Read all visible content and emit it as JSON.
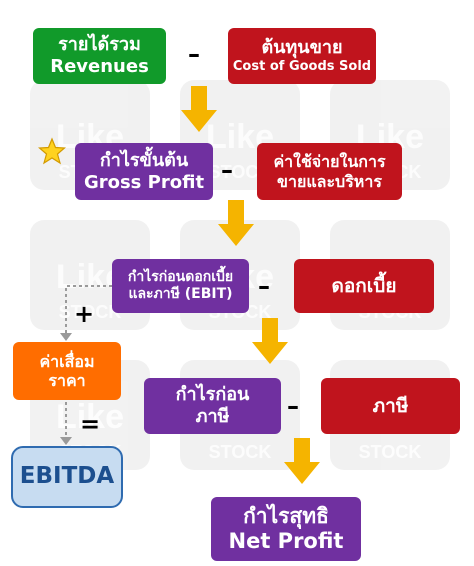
{
  "watermark": {
    "text_top": "Like",
    "text_bottom": "STOCK"
  },
  "revenues": {
    "line1": "รายได้รวม",
    "line2": "Revenues"
  },
  "cogs": {
    "line1": "ต้นทุนขาย",
    "line2": "Cost of Goods Sold"
  },
  "gross_profit": {
    "line1": "กำไรขั้นต้น",
    "line2": "Gross Profit"
  },
  "sga": {
    "line1": "ค่าใช้จ่ายในการ",
    "line2": "ขายและบริหาร"
  },
  "ebit": {
    "line1": "กำไรก่อนดอกเบี้ย",
    "line2": "และภาษี (EBIT)"
  },
  "interest": {
    "label": "ดอกเบี้ย"
  },
  "depreciation": {
    "line1": "ค่าเสื่อม",
    "line2": "ราคา"
  },
  "ebt": {
    "line1": "กำไรก่อน",
    "line2": "ภาษี"
  },
  "tax": {
    "label": "ภาษี"
  },
  "ebitda": {
    "label": "EBITDA"
  },
  "net_profit": {
    "line1": "กำไรสุทธิ",
    "line2": "Net Profit"
  },
  "operators": {
    "minus": "–",
    "plus": "+",
    "equals": "="
  },
  "colors": {
    "green": "#119a2a",
    "red": "#c0141d",
    "purple": "#7030a0",
    "orange": "#ff6d00",
    "arrow": "#f5b400",
    "ebitda_fill": "#c7dcf1",
    "ebitda_border": "#2f6bb0"
  }
}
